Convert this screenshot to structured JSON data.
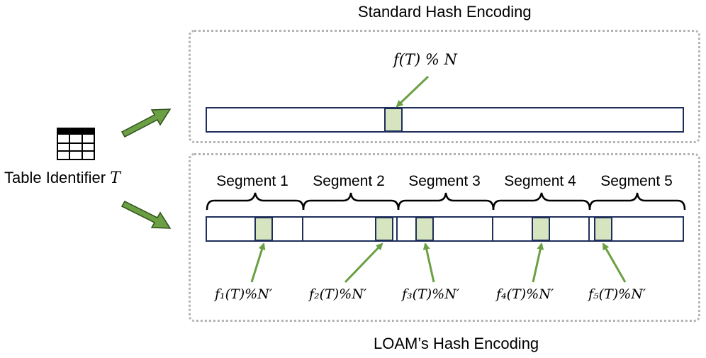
{
  "top_title": "Standard Hash Encoding",
  "bottom_title": "LOAM’s Hash Encoding",
  "table_label": "Table Identifier",
  "table_var": "T",
  "standard_formula": "f(T) % N",
  "segments": [
    {
      "label": "Segment 1",
      "formula": "f₁(T)%N′"
    },
    {
      "label": "Segment 2",
      "formula": "f₂(T)%N′"
    },
    {
      "label": "Segment 3",
      "formula": "f₃(T)%N′"
    },
    {
      "label": "Segment 4",
      "formula": "f₄(T)%N′"
    },
    {
      "label": "Segment 5",
      "formula": "f₅(T)%N′"
    }
  ],
  "colors": {
    "arrow": "#6aa043",
    "slot": "#d6e4bf",
    "bar": "#1f2f5c",
    "box": "#b3b3b3"
  }
}
